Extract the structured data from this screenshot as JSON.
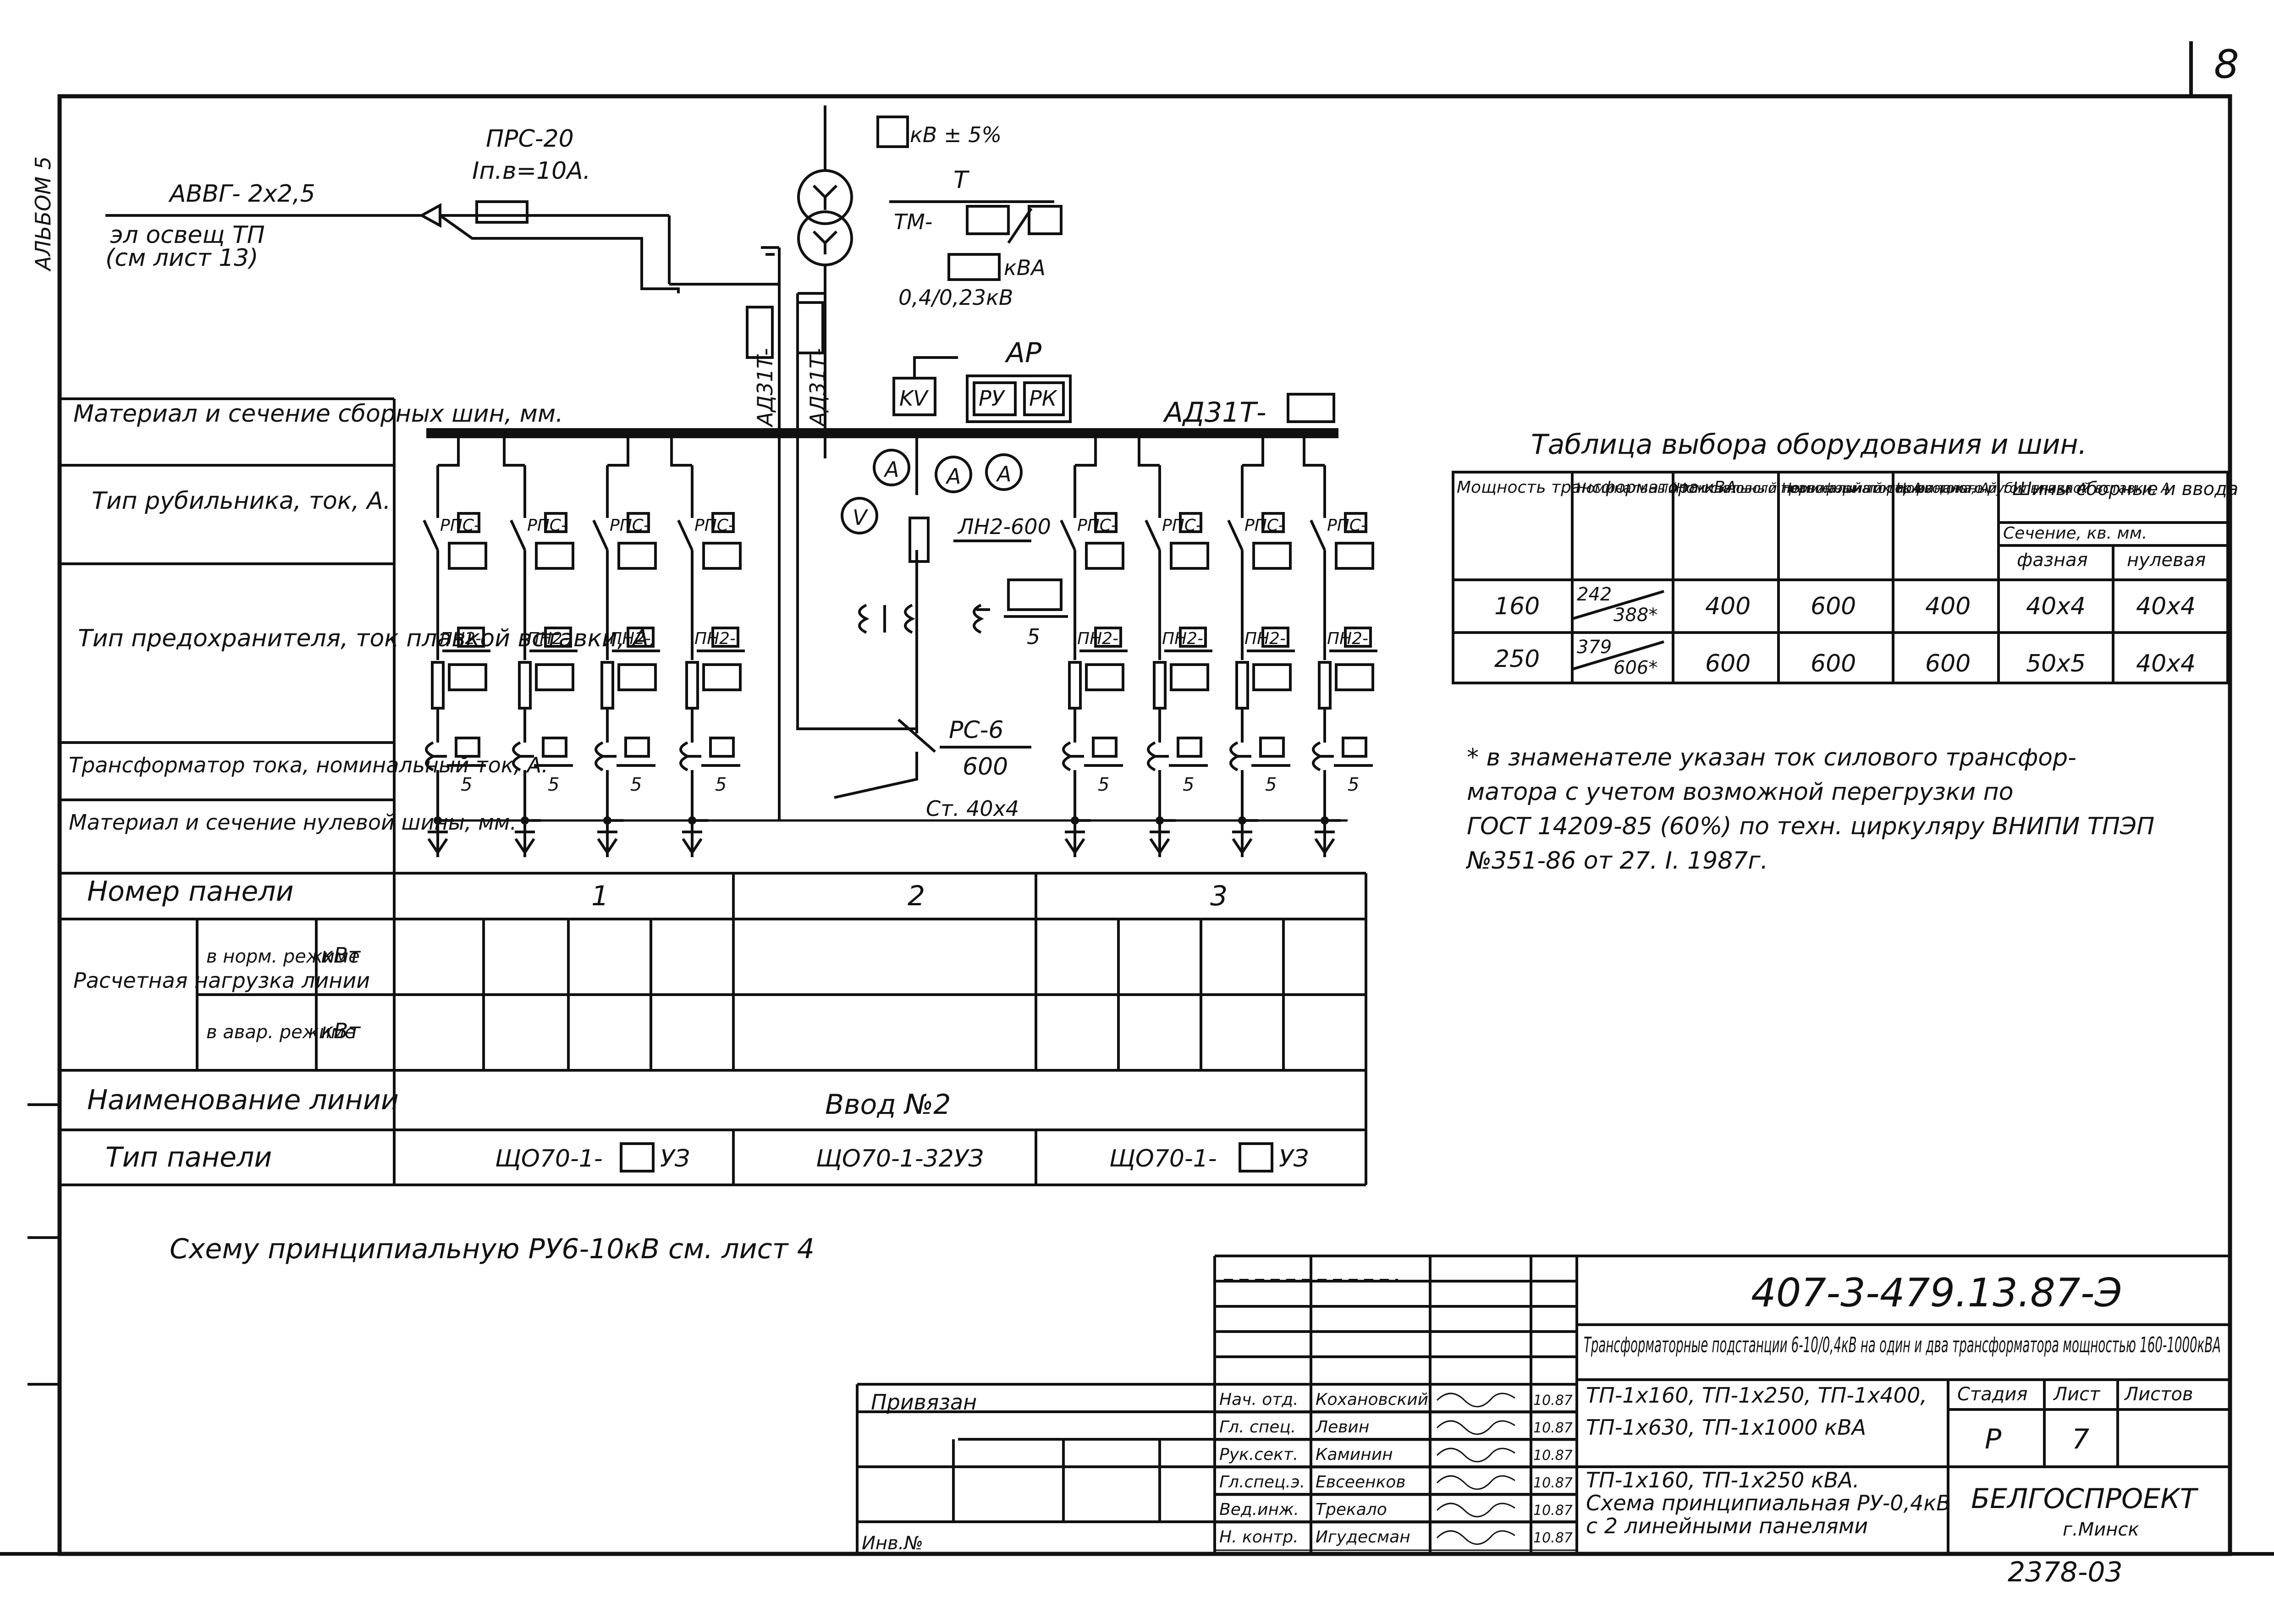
{
  "page_number": "8",
  "album": "АЛЬБОМ 5",
  "lighting_cable": "АВВГ- 2х2,5",
  "lighting_dest_1": "эл освещ ТП",
  "lighting_dest_2": "(см лист 13)",
  "fuse_type": "ПРС-20",
  "fuse_current": "Iп.в=10А.",
  "transformer": {
    "voltage_adj": "кВ ± 5%",
    "label_t": "Т",
    "label_tm": "ТМ-",
    "label_kva": "кВА",
    "ratio": "0,4/0,23кВ"
  },
  "cable_1": "АД31Т-",
  "cable_2": "АД31Т-",
  "ar": {
    "label": "АР",
    "ru": "РУ",
    "rk": "РК",
    "kv": "KV"
  },
  "busbar_label": "АД31Т-",
  "meters": {
    "v": "V",
    "a": "A"
  },
  "input": {
    "switch": "ЛН2-600",
    "ct_den": "5",
    "breaker": "РС-6",
    "breaker_current": "600",
    "neutral_bar": "Ст. 40х4"
  },
  "feeder": {
    "switch": "РПС-",
    "fuse": "ПН2-",
    "ct_den": "5"
  },
  "row_labels": {
    "busbar": "Материал и сечение сборных шин, мм.",
    "switch": "Тип рубильника, ток, А.",
    "fuse": "Тип предохранителя, ток плавкой вставки, А.",
    "ct": "Трансформатор тока, номинальный ток, А.",
    "neutral": "Материал и сечение нулевой шины, мм.",
    "panel_no": "Номер панели",
    "calc_load": "Расчетная нагрузка линии",
    "normal": "в норм. режиме",
    "emergency": "в авар. режиме",
    "kw": "кВт",
    "line_name": "Наименование линии",
    "panel_type": "Тип панели"
  },
  "panels": {
    "p1": "1",
    "p2": "2",
    "p3": "3",
    "line2": "Ввод №2",
    "type1": "ЩО70-1-",
    "type1_suffix": "УЗ",
    "type2": "ЩО70-1-32УЗ",
    "type3": "ЩО70-1-",
    "type3_suffix": "УЗ"
  },
  "table": {
    "title": "Таблица выбора оборудования и шин.",
    "headers": [
      "Мощность трансформатора кВА",
      "Номинальный ток силового трансформатора, А",
      "Номинальный первичный ток тр-ра тока, А",
      "Номинальный ток вводного рубильника А",
      "Номинальный ток плавкой вставки, А",
      "Шины сборные и ввода",
      "Сечение, кв. мм.",
      "фазная",
      "нулевая"
    ],
    "rows": [
      {
        "power": "160",
        "cur_num": "242",
        "cur_den": "388*",
        "ct": "400",
        "sw": "600",
        "fuse": "400",
        "phase": "40х4",
        "neutral": "40х4"
      },
      {
        "power": "250",
        "cur_num": "379",
        "cur_den": "606*",
        "ct": "600",
        "sw": "600",
        "fuse": "600",
        "phase": "50х5",
        "neutral": "40х4"
      }
    ]
  },
  "note": [
    "* в знаменателе указан ток силового трансфор-",
    "матора с учетом возможной перегрузки по",
    "ГОСТ 14209-85 (60%) по техн. циркуляру ВНИПИ ТПЭП",
    "№351-86 от 27. I. 1987г."
  ],
  "scheme_note": "Схему принципиальную РУ6-10кВ см. лист 4",
  "title_block": {
    "code": "407-3-479.13.87-Э",
    "project_title": "Трансформаторные подстанции 6-10/0,4кВ на один и два трансформатора мощностью 160-1000кВА",
    "subtitle_1": "ТП-1х160, ТП-1х250, ТП-1х400,",
    "subtitle_2": "ТП-1х630, ТП-1х1000 кВА",
    "sheet_title_1": "ТП-1х160, ТП-1х250 кВА.",
    "sheet_title_2": "Схема принципиальная РУ-0,4кВ",
    "sheet_title_3": "с 2 линейными панелями",
    "stage_label": "Стадия",
    "sheet_label": "Лист",
    "sheets_label": "Листов",
    "stage": "Р",
    "sheet": "7",
    "org": "БЕЛГОСПРОЕКТ",
    "city": "г.Минск",
    "bound": "Привязан",
    "inv": "Инв.№",
    "people": [
      {
        "role": "Нач. отд.",
        "name": "Кохановский",
        "date": "10.87"
      },
      {
        "role": "Гл. спец.",
        "name": "Левин",
        "date": "10.87"
      },
      {
        "role": "Рук.сект.",
        "name": "Каминин",
        "date": "10.87"
      },
      {
        "role": "Гл.спец.э.",
        "name": "Евсеенков",
        "date": "10.87"
      },
      {
        "role": "Вед.инж.",
        "name": "Трекало",
        "date": "10.87"
      },
      {
        "role": "Н. контр.",
        "name": "Игудесман",
        "date": "10.87"
      }
    ]
  },
  "bottom_number": "2378-03"
}
